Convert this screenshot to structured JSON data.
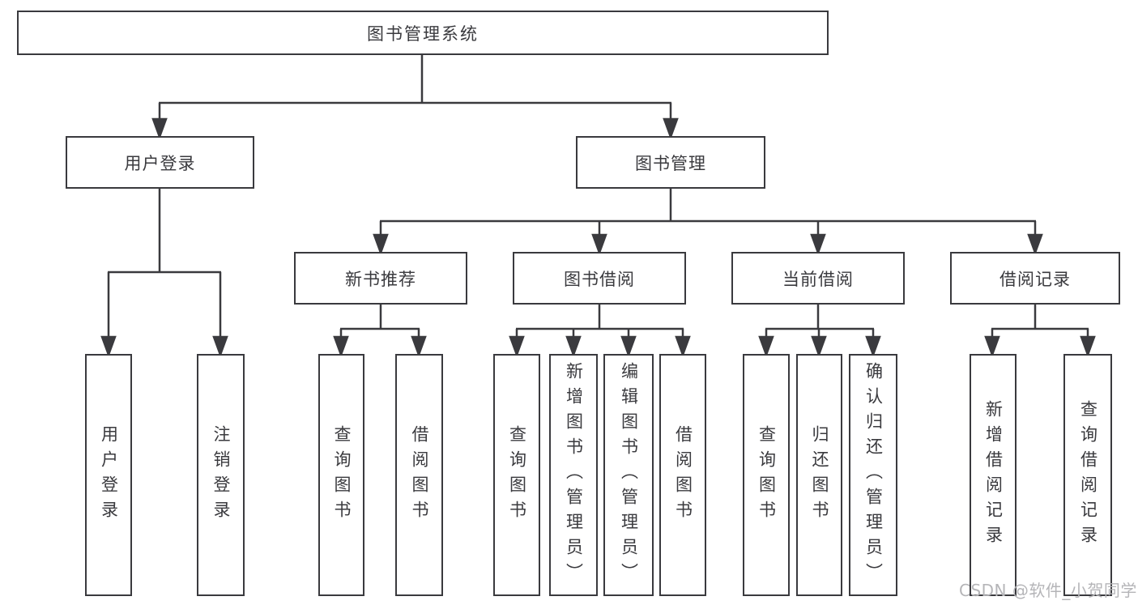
{
  "tree": {
    "root": {
      "label": "图书管理系统",
      "children": [
        {
          "label": "用户登录",
          "children": [
            {
              "label": "用户登录"
            },
            {
              "label": "注销登录"
            }
          ]
        },
        {
          "label": "图书管理",
          "children": [
            {
              "label": "新书推荐",
              "children": [
                {
                  "label": "查询图书"
                },
                {
                  "label": "借阅图书"
                }
              ]
            },
            {
              "label": "图书借阅",
              "children": [
                {
                  "label": "查询图书"
                },
                {
                  "label": "新增图书（管理员）"
                },
                {
                  "label": "编辑图书（管理员）"
                },
                {
                  "label": "借阅图书"
                }
              ]
            },
            {
              "label": "当前借阅",
              "children": [
                {
                  "label": "查询图书"
                },
                {
                  "label": "归还图书"
                },
                {
                  "label": "确认归还（管理员）"
                }
              ]
            },
            {
              "label": "借阅记录",
              "children": [
                {
                  "label": "新增借阅记录"
                },
                {
                  "label": "查询借阅记录"
                }
              ]
            }
          ]
        }
      ]
    }
  },
  "watermark": {
    "text": "CSDN @软件_小贺同学"
  },
  "colors": {
    "line": "#3a3a3e",
    "text": "#3a3a3e",
    "watermark": "#b5b5b8",
    "bg": "#ffffff"
  }
}
